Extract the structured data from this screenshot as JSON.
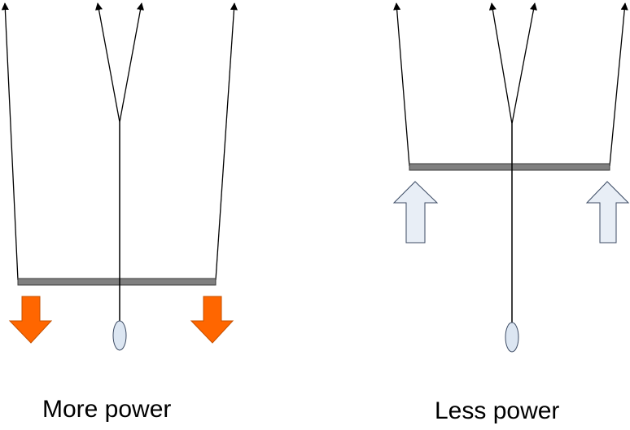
{
  "left_panel": {
    "caption": "More power",
    "arrow_direction": "down",
    "arrow_fill": "#FF6600",
    "arrow_stroke": "#C45000"
  },
  "right_panel": {
    "caption": "Less power",
    "arrow_direction": "up",
    "arrow_fill": "#E8EEF6",
    "arrow_stroke": "#3B4A63"
  },
  "colors": {
    "line": "#000000",
    "bar_fill": "#808080",
    "bar_stroke": "#3A3A3A",
    "bob_fill": "#DCE6F2",
    "bob_stroke": "#3B4A63"
  }
}
